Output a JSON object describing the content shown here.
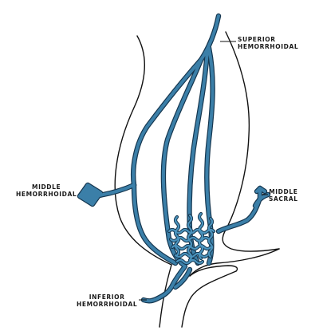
{
  "labels": {
    "superior": [
      "SUPERIOR",
      "HEMORRHOIDAL"
    ],
    "middle_left": [
      "MIDDLE",
      "HEMORRHOIDAL"
    ],
    "middle_sacral": [
      "MIDDLE",
      "SACRAL"
    ],
    "inferior": [
      "INFERIOR",
      "HEMORRHOIDAL"
    ]
  },
  "colors": {
    "vessel": "#3b7fa8",
    "vessel_outline": "#15364f",
    "outline": "#111111"
  }
}
